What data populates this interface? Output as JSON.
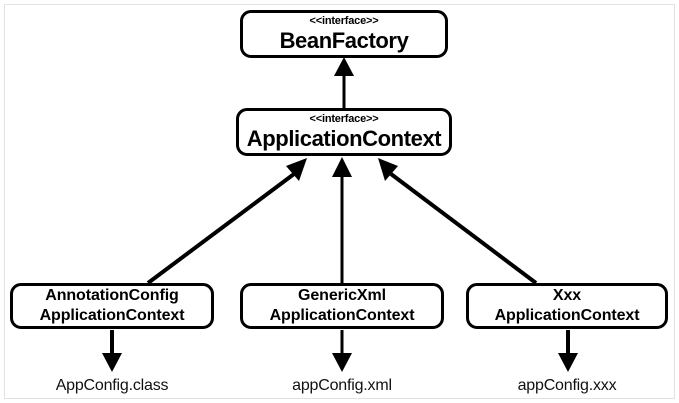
{
  "diagram": {
    "kind": "uml-class-hierarchy",
    "stereotype_label": "<<interface>>",
    "line_color": "#000000",
    "background_color": "#ffffff",
    "frame_border_color": "#e2e2e2",
    "nodes": {
      "bean_factory": {
        "stereotype": "<<interface>>",
        "name": "BeanFactory"
      },
      "application_context": {
        "stereotype": "<<interface>>",
        "name": "ApplicationContext"
      },
      "annotation_config": {
        "line1": "AnnotationConfig",
        "line2": "ApplicationContext"
      },
      "generic_xml": {
        "line1": "GenericXml",
        "line2": "ApplicationContext"
      },
      "xxx": {
        "line1": "Xxx",
        "line2": "ApplicationContext"
      }
    },
    "resources": {
      "app_config_class": "AppConfig.class",
      "app_config_xml": "appConfig.xml",
      "app_config_xxx": "appConfig.xxx"
    },
    "edges": [
      {
        "from": "application_context",
        "to": "bean_factory",
        "type": "generalization",
        "arrow": "solid-triangle-up"
      },
      {
        "from": "annotation_config",
        "to": "application_context",
        "type": "realization",
        "arrow": "solid-triangle-up-right"
      },
      {
        "from": "generic_xml",
        "to": "application_context",
        "type": "realization",
        "arrow": "solid-triangle-up"
      },
      {
        "from": "xxx",
        "to": "application_context",
        "type": "realization",
        "arrow": "solid-triangle-up-left"
      },
      {
        "from": "annotation_config",
        "to": "app_config_class",
        "type": "dependency",
        "arrow": "solid-triangle-down"
      },
      {
        "from": "generic_xml",
        "to": "app_config_xml",
        "type": "dependency",
        "arrow": "solid-triangle-down"
      },
      {
        "from": "xxx",
        "to": "app_config_xxx",
        "type": "dependency",
        "arrow": "solid-triangle-down"
      }
    ]
  }
}
